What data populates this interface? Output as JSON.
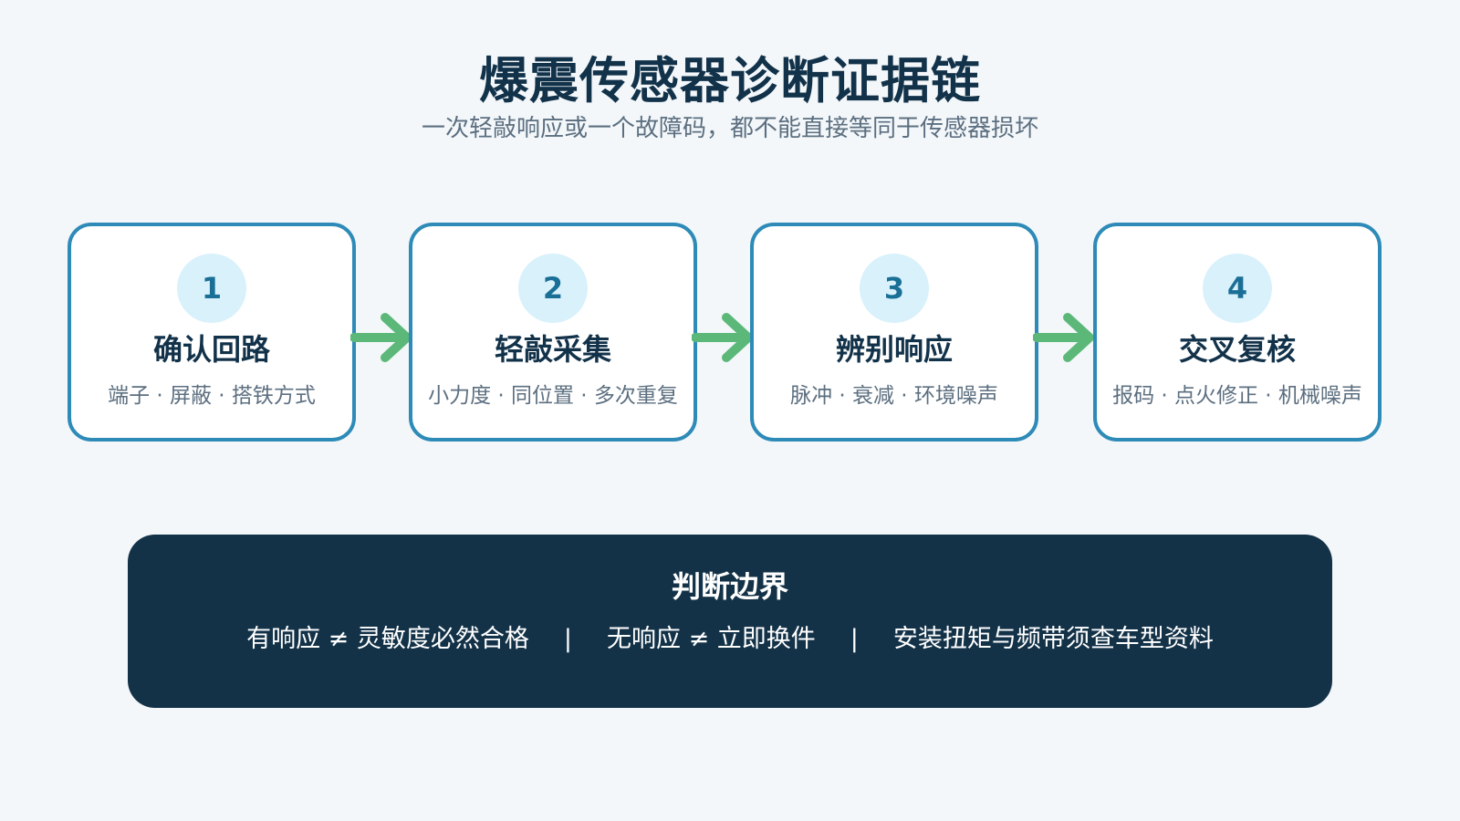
{
  "header": {
    "title": "爆震传感器诊断证据链",
    "subtitle": "一次轻敲响应或一个故障码，都不能直接等同于传感器损坏"
  },
  "steps": [
    {
      "number": "1",
      "title": "确认回路",
      "desc": "端子 · 屏蔽 · 搭铁方式"
    },
    {
      "number": "2",
      "title": "轻敲采集",
      "desc": "小力度 · 同位置 · 多次重复"
    },
    {
      "number": "3",
      "title": "辨别响应",
      "desc": "脉冲 · 衰减 · 环境噪声"
    },
    {
      "number": "4",
      "title": "交叉复核",
      "desc": "报码 · 点火修正 · 机械噪声"
    }
  ],
  "boundary": {
    "title": "判断边界",
    "items": [
      "有响应 ≠ 灵敏度必然合格",
      "无响应 ≠ 立即换件",
      "安装扭矩与频带须查车型资料"
    ],
    "separator": "|"
  },
  "colors": {
    "card_border": "#2e8bb8",
    "badge_bg": "#d9f1fb",
    "arrow": "#5cb878",
    "panel_bg": "#133248"
  }
}
